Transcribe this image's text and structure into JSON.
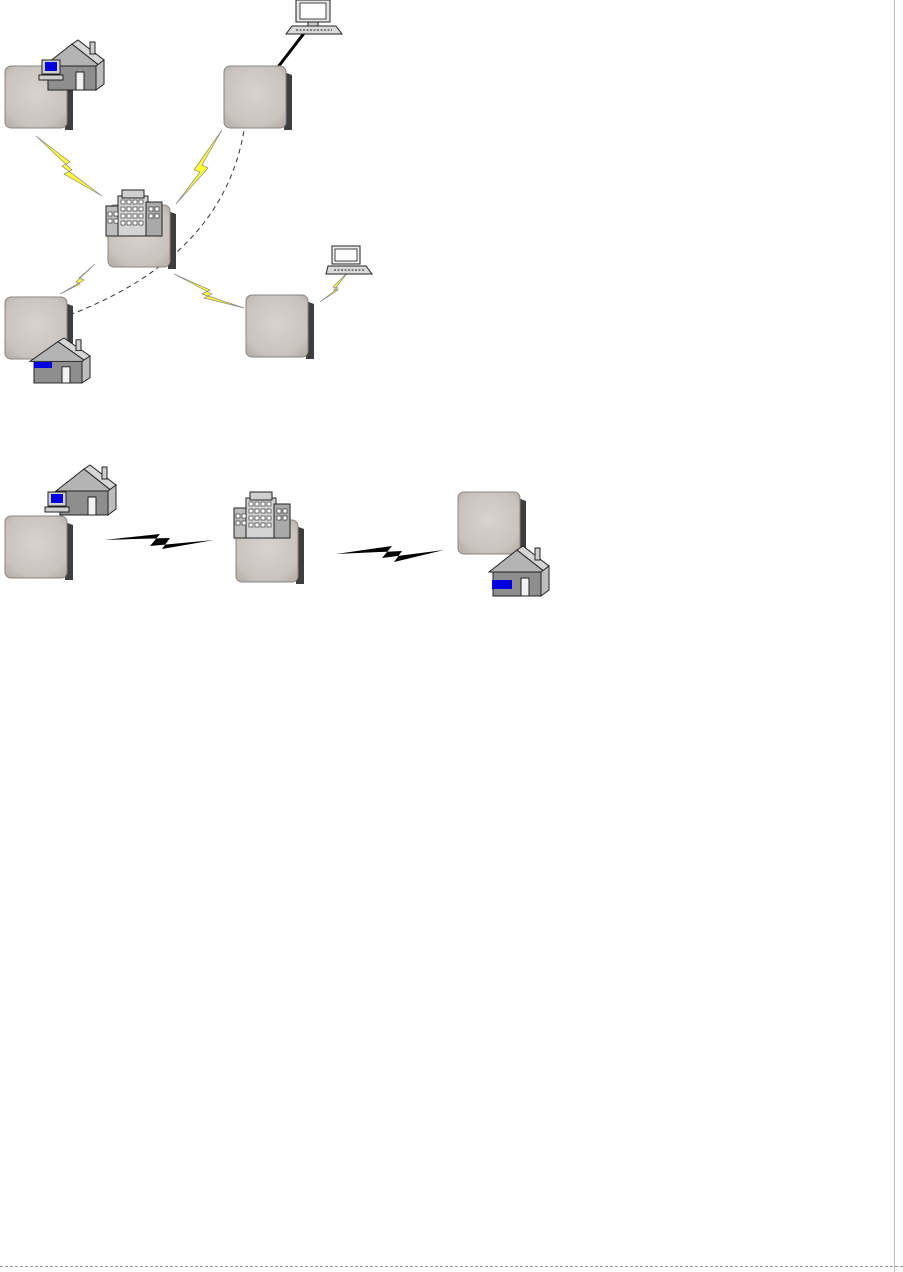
{
  "diagram": {
    "sections": [
      {
        "layout": "point-to-multipoint",
        "nodes": [
          {
            "name": "base-station",
            "icon": "office-building-icon"
          },
          {
            "name": "remote-unit-top-left",
            "icon": "house-with-computer-icon"
          },
          {
            "name": "remote-unit-top-right",
            "icon": "desktop-computer-icon",
            "link": "wired"
          },
          {
            "name": "remote-unit-bottom-left",
            "icon": "house-icon"
          },
          {
            "name": "remote-unit-bottom-right",
            "icon": "laptop-icon",
            "link": "wireless"
          }
        ],
        "links": [
          {
            "from": "base-station",
            "to": "remote-unit-top-left",
            "style": "wireless"
          },
          {
            "from": "base-station",
            "to": "remote-unit-top-right",
            "style": "wireless"
          },
          {
            "from": "base-station",
            "to": "remote-unit-bottom-left",
            "style": "wireless"
          },
          {
            "from": "base-station",
            "to": "remote-unit-bottom-right",
            "style": "wireless"
          },
          {
            "from": "remote-unit-bottom-left",
            "to": "remote-unit-top-right",
            "style": "dashed"
          }
        ]
      },
      {
        "layout": "repeater-chain",
        "nodes": [
          {
            "name": "endpoint-left",
            "icon": "house-with-computer-icon"
          },
          {
            "name": "repeater",
            "icon": "office-building-icon"
          },
          {
            "name": "endpoint-right",
            "icon": "house-icon"
          }
        ],
        "links": [
          {
            "from": "endpoint-left",
            "to": "repeater",
            "style": "wireless"
          },
          {
            "from": "repeater",
            "to": "endpoint-right",
            "style": "wireless"
          }
        ]
      }
    ],
    "colors": {
      "panel_face": "#cdc7c2",
      "panel_side": "#4a4a4a",
      "lightning_yellow": "#ffff33",
      "lightning_black": "#000000",
      "house_wall": "#8c8c8c",
      "house_roof": "#b0b0b0",
      "screen_blue": "#0000e0"
    }
  }
}
